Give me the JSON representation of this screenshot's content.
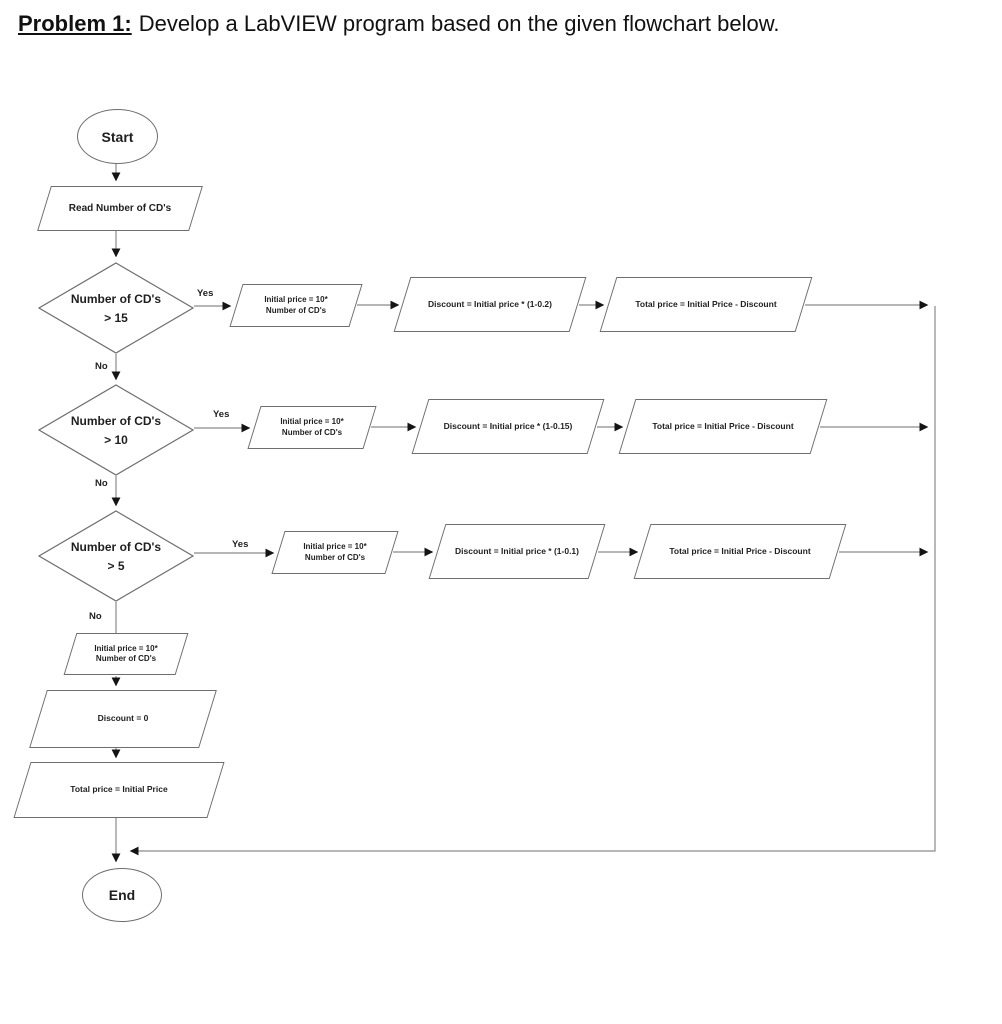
{
  "title": {
    "label": "Problem 1:",
    "text": "Develop a LabVIEW program based on the given flowchart below."
  },
  "flowchart": {
    "start_label": "Start",
    "end_label": "End",
    "read_step": "Read Number of CD's",
    "decisions": [
      {
        "condition": "Number of CD's",
        "threshold": "> 15",
        "yes_label": "Yes",
        "no_label": "No"
      },
      {
        "condition": "Number of CD's",
        "threshold": "> 10",
        "yes_label": "Yes",
        "no_label": "No"
      },
      {
        "condition": "Number of CD's",
        "threshold": "> 5",
        "yes_label": "Yes",
        "no_label": "No"
      }
    ],
    "branches": [
      {
        "initial": "Initial price = 10*\nNumber of CD's",
        "discount": "Discount = Initial price * (1-0.2)",
        "total": "Total price = Initial Price - Discount"
      },
      {
        "initial": "Initial price = 10*\nNumber of CD's",
        "discount": "Discount = Initial price * (1-0.15)",
        "total": "Total price = Initial Price - Discount"
      },
      {
        "initial": "Initial price = 10*\nNumber of CD's",
        "discount": "Discount = Initial price * (1-0.1)",
        "total": "Total price = Initial Price - Discount"
      }
    ],
    "default_branch": {
      "initial": "Initial price = 10*\nNumber of CD's",
      "discount": "Discount = 0",
      "total": "Total price = Initial Price"
    },
    "colors": {
      "shape_outline": "#6e6e6e",
      "connector": "#8a8a8a",
      "arrowhead": "#141414",
      "text": "#1f1f1f"
    }
  }
}
